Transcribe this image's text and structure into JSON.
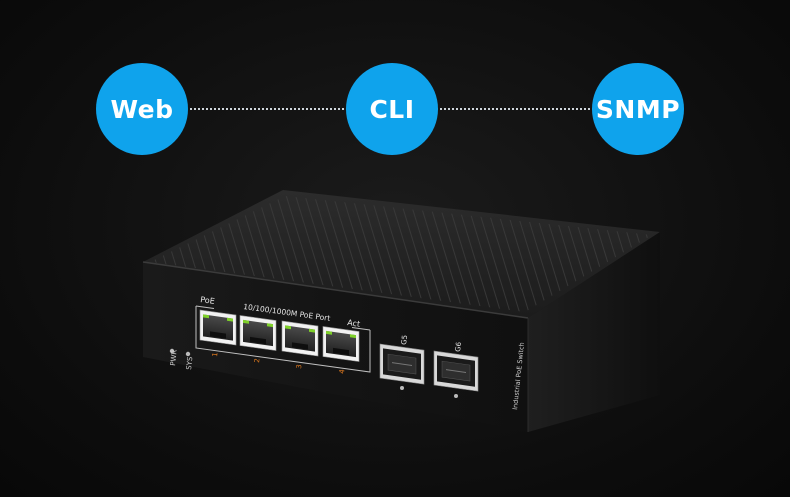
{
  "management": {
    "web": "Web",
    "cli": "CLI",
    "snmp": "SNMP"
  },
  "device": {
    "poe_label": "PoE",
    "port_group_label": "10/100/1000M PoE Port",
    "act_label": "Act",
    "port_numbers": [
      "1",
      "2",
      "3",
      "4"
    ],
    "sfp_labels": [
      "G5",
      "G6"
    ],
    "pwr_label": "PWR",
    "sys_label": "SYS",
    "side_label": "Industrial PoE Switch"
  },
  "colors": {
    "badge": "#0fa3ec",
    "badge_text": "#ffffff",
    "port_number": "#e07a1f",
    "led_green": "#7fd12a",
    "led_amber": "#d8a02a"
  }
}
